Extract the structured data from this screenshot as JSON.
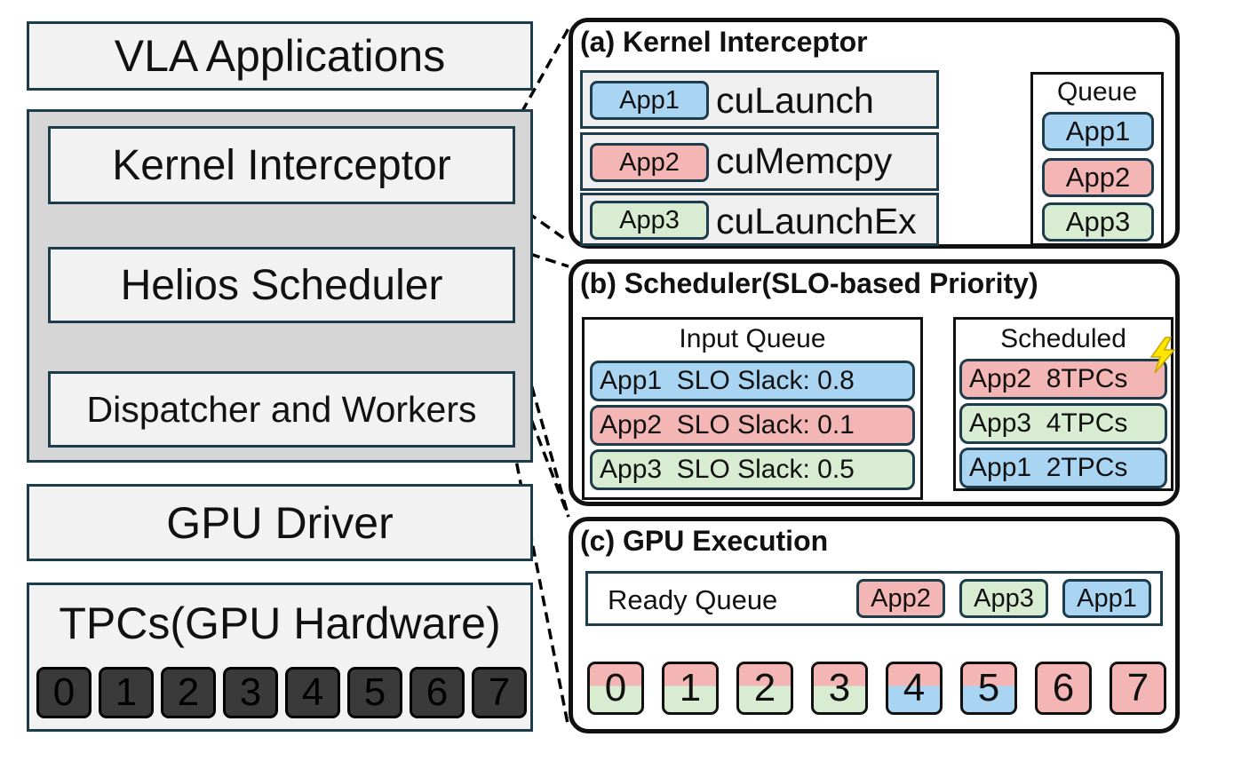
{
  "left": {
    "vla_apps": "VLA Applications",
    "interceptor": "Kernel Interceptor",
    "scheduler": "Helios Scheduler",
    "dispatcher": "Dispatcher and Workers",
    "driver": "GPU Driver",
    "tpcs_title": "TPCs(GPU Hardware)",
    "tpcs": [
      "0",
      "1",
      "2",
      "3",
      "4",
      "5",
      "6",
      "7"
    ]
  },
  "panel_a": {
    "title": "(a) Kernel Interceptor",
    "calls": [
      {
        "app": "App1",
        "call": "cuLaunch",
        "color": "blue"
      },
      {
        "app": "App2",
        "call": "cuMemcpy",
        "color": "red"
      },
      {
        "app": "App3",
        "call": "cuLaunchEx",
        "color": "green"
      }
    ],
    "queue_title": "Queue",
    "queue": [
      "App1",
      "App2",
      "App3"
    ]
  },
  "panel_b": {
    "title": "(b) Scheduler(SLO-based Priority)",
    "input_title": "Input Queue",
    "input": [
      {
        "app": "App1",
        "text": "SLO Slack: 0.8"
      },
      {
        "app": "App2",
        "text": "SLO Slack: 0.1"
      },
      {
        "app": "App3",
        "text": "SLO Slack: 0.5"
      }
    ],
    "scheduled_title": "Scheduled",
    "scheduled": [
      {
        "app": "App2",
        "tpcs": "8TPCs"
      },
      {
        "app": "App3",
        "tpcs": "4TPCs"
      },
      {
        "app": "App1",
        "tpcs": "2TPCs"
      }
    ]
  },
  "panel_c": {
    "title": "(c) GPU Execution",
    "ready_label": "Ready Queue",
    "ready": [
      "App2",
      "App3",
      "App1"
    ],
    "tpcs": [
      "0",
      "1",
      "2",
      "3",
      "4",
      "5",
      "6",
      "7"
    ]
  },
  "colors": {
    "blue": "#a9d4f2",
    "red": "#f4b6b4",
    "green": "#d8ecd2",
    "border": "#1e3d4c",
    "gray": "#d6d6d6",
    "tpc_dark": "#3a3a3a"
  }
}
